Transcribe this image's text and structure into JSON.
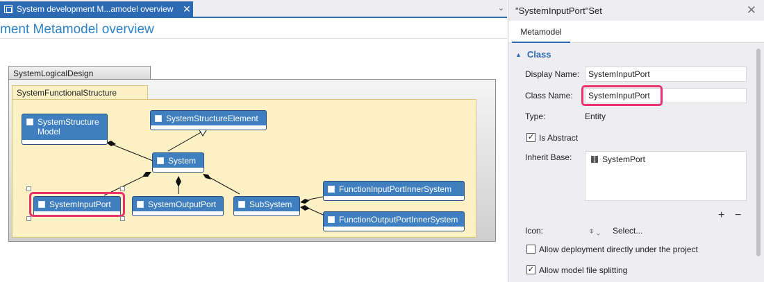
{
  "editor": {
    "tab_title": "System development M...amodel overview",
    "tab_close": "✕",
    "tab_menu": "⌄",
    "page_title": "ment Metamodel overview"
  },
  "diagram": {
    "outer_package": "SystemLogicalDesign",
    "inner_package": "SystemFunctionalStructure",
    "nodes": {
      "structure_model": "SystemStructure\nModel",
      "structure_element": "SystemStructureElement",
      "system": "System",
      "input_port": "SystemInputPort",
      "output_port": "SystemOutputPort",
      "subsystem": "SubSystem",
      "func_input": "FunctionInputPortInnerSystem",
      "func_output": "FunctionOutputPortInnerSystem"
    }
  },
  "properties": {
    "title": "\"SystemInputPort\"Set",
    "close": "✕",
    "tab": "Metamodel",
    "section": "Class",
    "section_toggle": "▲",
    "display_name_label": "Display Name:",
    "display_name_value": "SystemInputPort",
    "class_name_label": "Class Name:",
    "class_name_value": "SystemInputPort",
    "type_label": "Type:",
    "type_value": "Entity",
    "is_abstract_label": "Is Abstract",
    "is_abstract_checked": true,
    "inherit_base_label": "Inherit Base:",
    "inherit_base_items": [
      "SystemPort"
    ],
    "add": "+",
    "remove": "−",
    "icon_label": "Icon:",
    "icon_select": "Select...",
    "icon_glyph": "⌽ ⌄",
    "allow_deployment_label": "Allow deployment directly under the project",
    "allow_deployment_checked": false,
    "allow_splitting_label": "Allow model file splitting",
    "allow_splitting_checked": true,
    "check_mark": "✓"
  },
  "colors": {
    "accent": "#2d6ab4",
    "node": "#3f7fbf",
    "highlight": "#e8336d",
    "package_yellow": "#fbf1c4"
  }
}
